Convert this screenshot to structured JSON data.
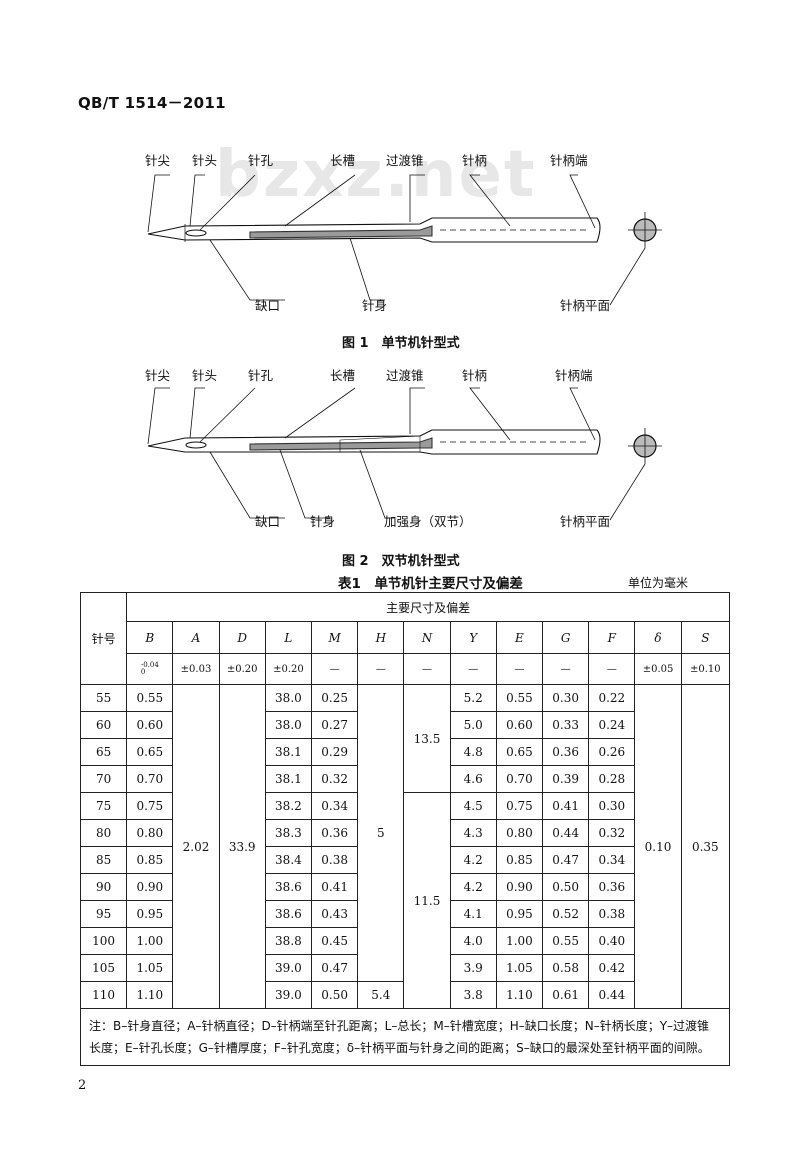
{
  "header": {
    "standard_code": "QB/T 1514－2011"
  },
  "watermark": "bzxz.net",
  "figure1": {
    "labels": {
      "tip": "针尖",
      "head": "针头",
      "eye": "针孔",
      "long_groove": "长槽",
      "transition": "过渡锥",
      "shank": "针柄",
      "shank_end": "针柄端",
      "notch": "缺口",
      "body": "针身",
      "shank_flat": "针柄平面"
    },
    "caption": "图 1　单节机针型式"
  },
  "figure2": {
    "labels": {
      "tip": "针尖",
      "head": "针头",
      "eye": "针孔",
      "long_groove": "长槽",
      "transition": "过渡锥",
      "shank": "针柄",
      "shank_end": "针柄端",
      "notch": "缺口",
      "body": "针身",
      "reinforced_body": "加强身（双节）",
      "shank_flat": "针柄平面"
    },
    "caption": "图 2　双节机针型式"
  },
  "table": {
    "title": "表1　单节机针主要尺寸及偏差",
    "unit": "单位为毫米",
    "header_number": "针号",
    "header_group": "主要尺寸及偏差",
    "columns": [
      "B",
      "A",
      "D",
      "L",
      "M",
      "H",
      "N",
      "Y",
      "E",
      "G",
      "F",
      "δ",
      "S"
    ],
    "tolerances": {
      "B_upper": "-0.04",
      "B_lower": "0",
      "A": "±0.03",
      "D": "±0.20",
      "L": "±0.20",
      "M": "—",
      "H": "—",
      "N": "—",
      "Y": "—",
      "E": "—",
      "G": "—",
      "F": "—",
      "delta": "±0.05",
      "S": "±0.10"
    },
    "rows": [
      {
        "no": "55",
        "B": "0.55",
        "L": "38.0",
        "M": "0.25",
        "Y": "5.2",
        "E": "0.55",
        "G": "0.30",
        "F": "0.22"
      },
      {
        "no": "60",
        "B": "0.60",
        "L": "38.0",
        "M": "0.27",
        "Y": "5.0",
        "E": "0.60",
        "G": "0.33",
        "F": "0.24"
      },
      {
        "no": "65",
        "B": "0.65",
        "L": "38.1",
        "M": "0.29",
        "Y": "4.8",
        "E": "0.65",
        "G": "0.36",
        "F": "0.26"
      },
      {
        "no": "70",
        "B": "0.70",
        "L": "38.1",
        "M": "0.32",
        "Y": "4.6",
        "E": "0.70",
        "G": "0.39",
        "F": "0.28"
      },
      {
        "no": "75",
        "B": "0.75",
        "L": "38.2",
        "M": "0.34",
        "Y": "4.5",
        "E": "0.75",
        "G": "0.41",
        "F": "0.30"
      },
      {
        "no": "80",
        "B": "0.80",
        "L": "38.3",
        "M": "0.36",
        "Y": "4.3",
        "E": "0.80",
        "G": "0.44",
        "F": "0.32"
      },
      {
        "no": "85",
        "B": "0.85",
        "L": "38.4",
        "M": "0.38",
        "Y": "4.2",
        "E": "0.85",
        "G": "0.47",
        "F": "0.34"
      },
      {
        "no": "90",
        "B": "0.90",
        "L": "38.6",
        "M": "0.41",
        "Y": "4.2",
        "E": "0.90",
        "G": "0.50",
        "F": "0.36"
      },
      {
        "no": "95",
        "B": "0.95",
        "L": "38.6",
        "M": "0.43",
        "Y": "4.1",
        "E": "0.95",
        "G": "0.52",
        "F": "0.38"
      },
      {
        "no": "100",
        "B": "1.00",
        "L": "38.8",
        "M": "0.45",
        "Y": "4.0",
        "E": "1.00",
        "G": "0.55",
        "F": "0.40"
      },
      {
        "no": "105",
        "B": "1.05",
        "L": "39.0",
        "M": "0.47",
        "Y": "3.9",
        "E": "1.05",
        "G": "0.58",
        "F": "0.42"
      },
      {
        "no": "110",
        "B": "1.10",
        "L": "39.0",
        "M": "0.50",
        "Y": "3.8",
        "E": "1.10",
        "G": "0.61",
        "F": "0.44"
      }
    ],
    "merged": {
      "A": "2.02",
      "D": "33.9",
      "H_main": "5",
      "H_last": "5.4",
      "N_upper": "13.5",
      "N_lower": "11.5",
      "delta": "0.10",
      "S": "0.35"
    },
    "note": "注：B–针身直径；A–针柄直径；D–针柄端至针孔距离；L–总长；M–针槽宽度；H–缺口长度；N–针柄长度；Y–过渡锥长度；E–针孔长度；G–针槽厚度；F–针孔宽度；δ–针柄平面与针身之间的距离；S–缺口的最深处至针柄平面的间隙。"
  },
  "page_number": "2"
}
